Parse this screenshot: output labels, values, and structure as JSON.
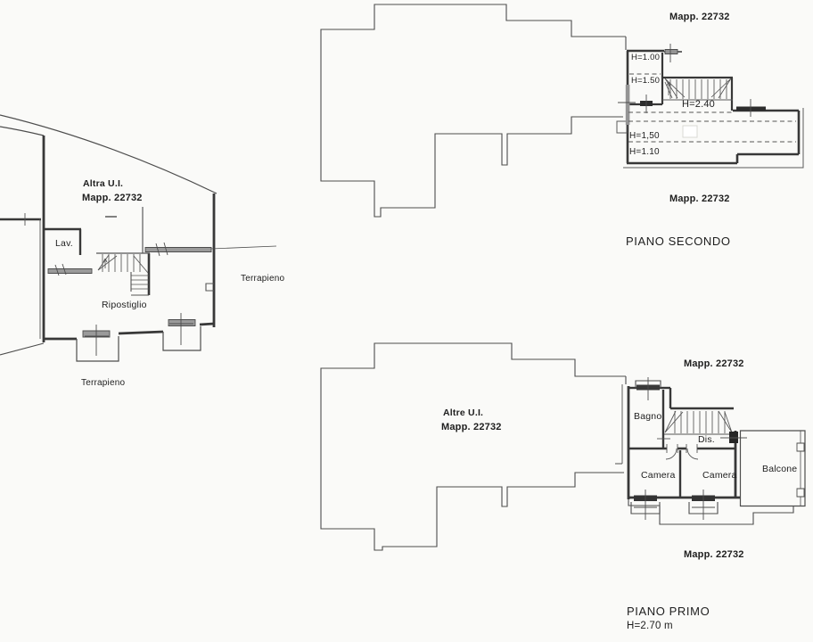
{
  "document_type": "cadastral floor plan drawing",
  "colors": {
    "paper": "#fafaf8",
    "thin_line": "#4d4d4d",
    "wall": "#383838",
    "window_gray": "#949494",
    "sill_black": "#2d2d2d",
    "text": "#1e1e1e"
  },
  "plans": {
    "secondo": {
      "parcel_top": "Mapp. 22732",
      "parcel_bottom": "Mapp. 22732",
      "floor_title": "PIANO SECONDO",
      "heights": {
        "top_room_upper": "H=1.00",
        "top_room_lower": "H=1.50",
        "landing": "H=2.40",
        "attic_upper": "H=1,50",
        "attic_lower": "H=1.10"
      }
    },
    "primo": {
      "parcel_top": "Mapp. 22732",
      "parcel_bottom": "Mapp. 22732",
      "floor_title": "PIANO PRIMO",
      "floor_height": "H=2.70 m",
      "other_unit_line1": "Altre U.I.",
      "other_unit_line2": "Mapp. 22732",
      "rooms": {
        "bagno": "Bagno",
        "dis": "Dis.",
        "camera_left": "Camera",
        "camera_right": "Camera",
        "balcone": "Balcone"
      }
    },
    "interrato": {
      "other_unit_line1": "Altra U.I.",
      "other_unit_line2": "Mapp. 22732",
      "rooms": {
        "lav": "Lav.",
        "ripostiglio": "Ripostiglio"
      },
      "surroundings": {
        "terrain_right": "Terrapieno",
        "terrain_bottom": "Terrapieno"
      }
    }
  }
}
